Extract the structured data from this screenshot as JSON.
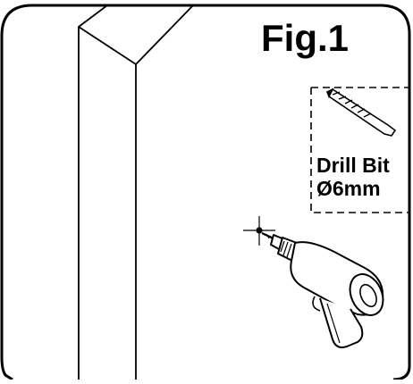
{
  "figure": {
    "title": "Fig.1",
    "callout": {
      "item_name": "Drill Bit",
      "item_size": "Ø6mm",
      "icon": "drill-bit-icon"
    },
    "tool_icon": "power-drill-icon",
    "marker_icon": "crosshair-mark-icon",
    "frame_color": "#000000",
    "background": "#ffffff"
  }
}
